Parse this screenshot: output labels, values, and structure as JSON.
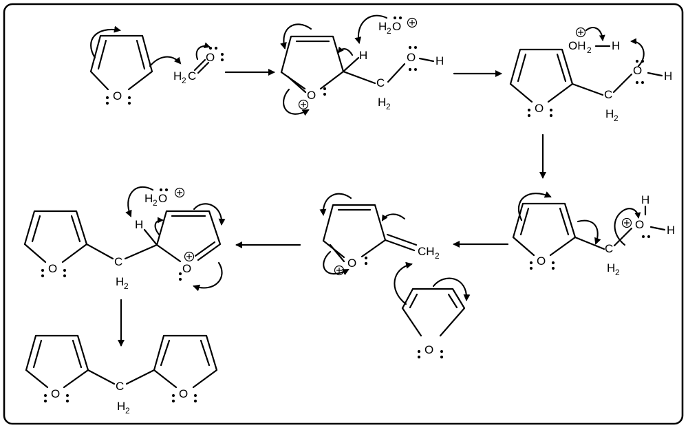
{
  "diagram": {
    "type": "reaction-mechanism",
    "labels": {
      "O": "O",
      "H": "H",
      "C": "C",
      "H2": "H",
      "sub2": "2",
      "H2O_plus": "H",
      "OH2": "OH",
      "CH2": "CH",
      "plus": "+"
    },
    "colors": {
      "ink": "#000000",
      "background": "#ffffff"
    }
  }
}
